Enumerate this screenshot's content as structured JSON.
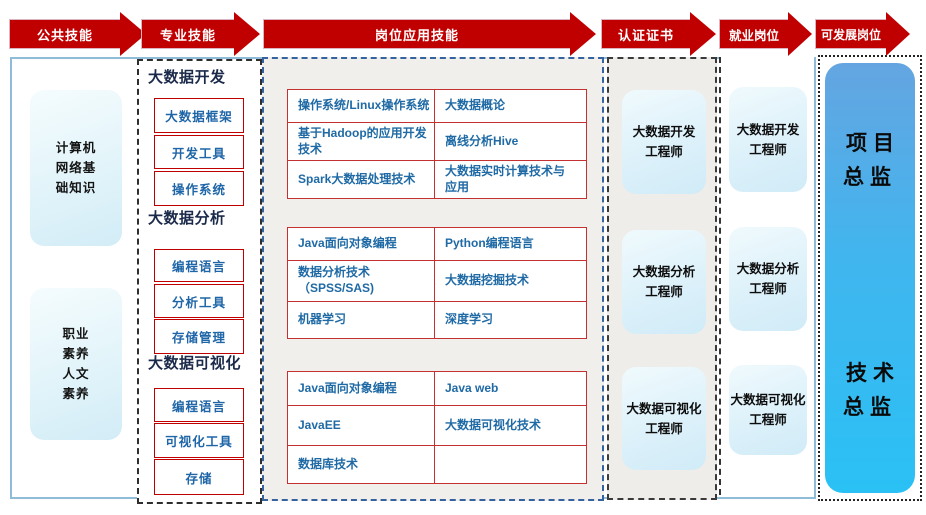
{
  "banner": {
    "arrows": [
      {
        "label": "公共技能"
      },
      {
        "label": "专业技能"
      },
      {
        "label": "岗位应用技能"
      },
      {
        "label": "认证证书"
      },
      {
        "label": "就业岗位"
      },
      {
        "label": "可发展岗位"
      }
    ]
  },
  "colors": {
    "arrow_red": "#c00000",
    "frame_blue": "#8fbcd9",
    "course_text_blue": "#1f6aa5",
    "red_border": "#c53030",
    "dev_box_blue_top": "#64a5e1",
    "dev_box_blue_bottom": "#2ac1f5"
  },
  "public_skills": {
    "items": [
      {
        "label": "计算机\n网络基\n础知识"
      },
      {
        "label": "职业\n素养\n人文\n素养"
      }
    ]
  },
  "professional_skills": {
    "groups": [
      {
        "title": "大数据开发",
        "items": [
          "大数据框架",
          "开发工具",
          "操作系统"
        ]
      },
      {
        "title": "大数据分析",
        "items": [
          "编程语言",
          "分析工具",
          "存储管理"
        ]
      },
      {
        "title": "大数据可视化",
        "items": [
          "编程语言",
          "可视化工具",
          "存储"
        ]
      }
    ]
  },
  "applied_skills": {
    "tables": [
      {
        "rows": [
          [
            "操作系统/Linux操作系统",
            "大数据概论"
          ],
          [
            "基于Hadoop的应用开发\n技术",
            "离线分析Hive"
          ],
          [
            "Spark大数据处理技术",
            "大数据实时计算技术与\n应用"
          ]
        ]
      },
      {
        "rows": [
          [
            "Java面向对象编程",
            "Python编程语言"
          ],
          [
            "数据分析技术\n（SPSS/SAS)",
            "大数据挖掘技术"
          ],
          [
            "机器学习",
            "深度学习"
          ]
        ]
      },
      {
        "rows": [
          [
            "Java面向对象编程",
            "Java web"
          ],
          [
            "JavaEE",
            "大数据可视化技术"
          ],
          [
            "数据库技术",
            ""
          ]
        ]
      }
    ]
  },
  "certificates": {
    "items": [
      "大数据开发\n工程师",
      "大数据分析\n工程师",
      "大数据可视化\n工程师"
    ]
  },
  "jobs": {
    "items": [
      "大数据开发\n工程师",
      "大数据分析\n工程师",
      "大数据可视化\n工程师"
    ]
  },
  "development": {
    "items": [
      "项目\n总监",
      "技术\n总监"
    ]
  }
}
